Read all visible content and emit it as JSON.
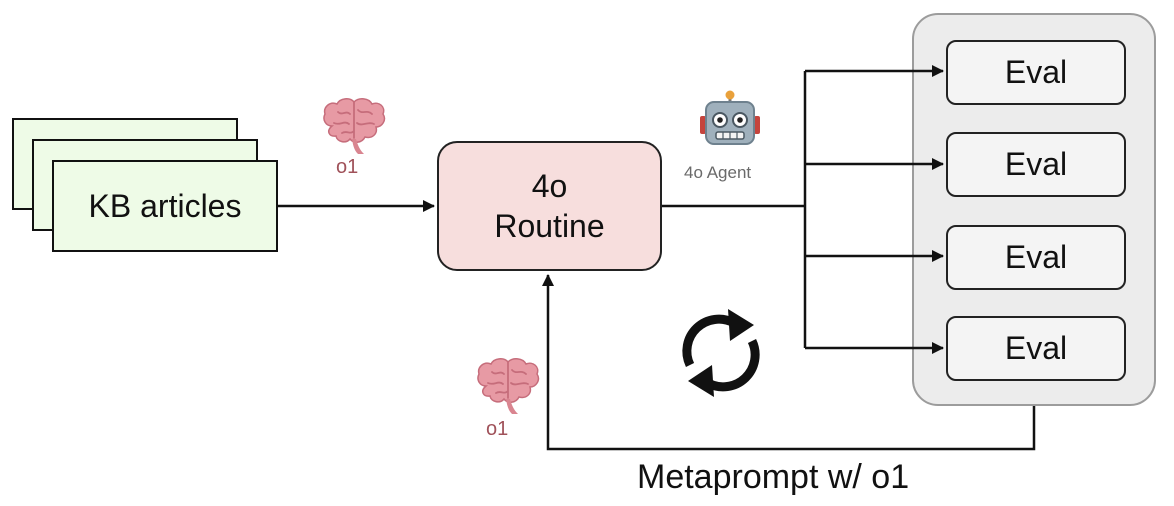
{
  "kb": {
    "label": "KB articles"
  },
  "routine": {
    "line1": "4o",
    "line2": "Routine"
  },
  "agent": {
    "label": "4o Agent",
    "icon": "robot-icon"
  },
  "brain_top": {
    "label": "o1",
    "icon": "brain-icon"
  },
  "brain_bottom": {
    "label": "o1",
    "icon": "brain-icon"
  },
  "evals": [
    {
      "label": "Eval"
    },
    {
      "label": "Eval"
    },
    {
      "label": "Eval"
    },
    {
      "label": "Eval"
    }
  ],
  "feedback": {
    "label": "Metaprompt w/ o1",
    "icon": "refresh-cycle-icon"
  },
  "colors": {
    "kb_fill": "#eefbe7",
    "routine_fill": "#f7dedd",
    "eval_panel": "#ececec",
    "brain": "#e79aa4",
    "o1_label": "#a0525a"
  }
}
